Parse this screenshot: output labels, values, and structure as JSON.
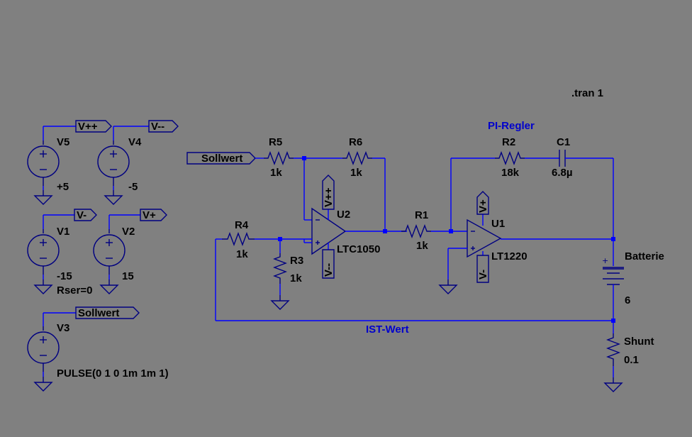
{
  "directive": ".tran 1",
  "labels": {
    "pi_regler": "PI-Regler",
    "ist_wert": "IST-Wert"
  },
  "nets": {
    "vpp": "V++",
    "vmm": "V--",
    "vm": "V-",
    "vp": "V+",
    "sollwert": "Sollwert"
  },
  "sources": {
    "v5": {
      "name": "V5",
      "value": "+5"
    },
    "v4": {
      "name": "V4",
      "value": "-5"
    },
    "v1": {
      "name": "V1",
      "value": "-15",
      "extra": "Rser=0"
    },
    "v2": {
      "name": "V2",
      "value": "15"
    },
    "v3": {
      "name": "V3",
      "value": "PULSE(0 1 0 1m 1m 1)"
    }
  },
  "resistors": {
    "r1": {
      "name": "R1",
      "value": "1k"
    },
    "r2": {
      "name": "R2",
      "value": "18k"
    },
    "r3": {
      "name": "R3",
      "value": "1k"
    },
    "r4": {
      "name": "R4",
      "value": "1k"
    },
    "r5": {
      "name": "R5",
      "value": "1k"
    },
    "r6": {
      "name": "R6",
      "value": "1k"
    },
    "shunt": {
      "name": "Shunt",
      "value": "0.1"
    }
  },
  "capacitor": {
    "name": "C1",
    "value": "6.8µ"
  },
  "battery": {
    "name": "Batterie",
    "value": "6"
  },
  "opamps": {
    "u1": {
      "name": "U1",
      "model": "LT1220"
    },
    "u2": {
      "name": "U2",
      "model": "LTC1050"
    }
  },
  "colors": {
    "background": "#808080",
    "wire": "#0000ff",
    "component": "#000080",
    "comment": "#0000cc",
    "text": "#000000"
  }
}
